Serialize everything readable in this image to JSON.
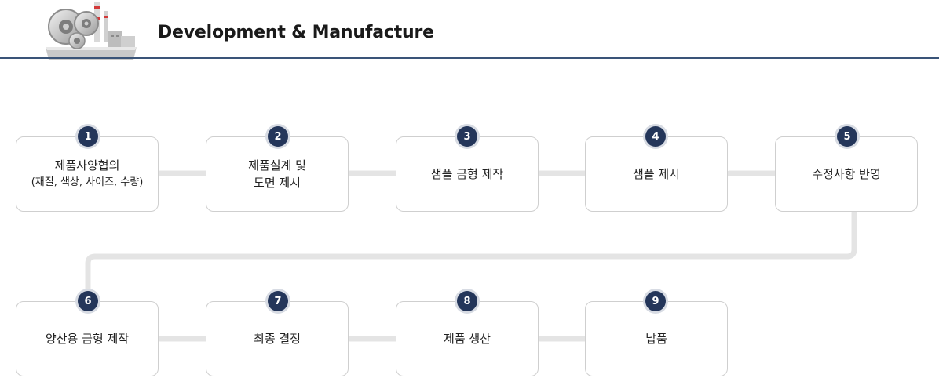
{
  "header": {
    "title": "Development & Manufacture",
    "logo_icon": "factory-gears-icon"
  },
  "colors": {
    "badge": "#24365a",
    "rule": "#3a5478",
    "connector": "#e4e4e4",
    "border": "#cfcfcf"
  },
  "steps": [
    {
      "number": "1",
      "line1": "제품사양협의",
      "line2": "(재질, 색상, 사이즈, 수량)"
    },
    {
      "number": "2",
      "line1": "제품설계 및",
      "line2": "도면 제시"
    },
    {
      "number": "3",
      "line1": "샘플 금형 제작",
      "line2": ""
    },
    {
      "number": "4",
      "line1": "샘플 제시",
      "line2": ""
    },
    {
      "number": "5",
      "line1": "수정사항 반영",
      "line2": ""
    },
    {
      "number": "6",
      "line1": "양산용 금형 제작",
      "line2": ""
    },
    {
      "number": "7",
      "line1": "최종 결정",
      "line2": ""
    },
    {
      "number": "8",
      "line1": "제품 생산",
      "line2": ""
    },
    {
      "number": "9",
      "line1": "납품",
      "line2": ""
    }
  ]
}
